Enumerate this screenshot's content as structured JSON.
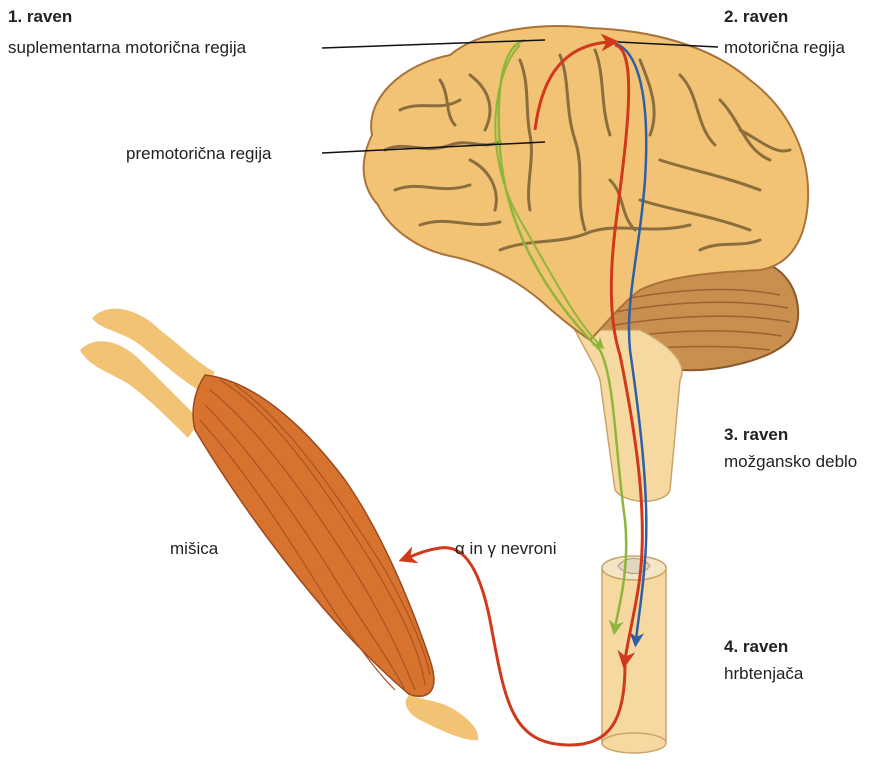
{
  "levels": [
    {
      "num": "1. raven",
      "name": "suplementarna motorična regija"
    },
    {
      "num": "2. raven",
      "name": "motorična regija"
    },
    {
      "num": "3. raven",
      "name": "možgansko deblo"
    },
    {
      "num": "4. raven",
      "name": "hrbtenjača"
    }
  ],
  "labels": {
    "premotor": "premotorična regija",
    "muscle": "mišica",
    "neurons": "α in γ nevroni"
  },
  "colors": {
    "brain": "#f2c374",
    "brain_outline": "#a9743a",
    "sulci": "#8a6e3e",
    "cerebellum": "#c98f4f",
    "spine": "#f6d9a1",
    "muscle": "#d8732f",
    "tendon": "#f2c374",
    "path_red": "#d0391b",
    "path_green": "#8fb63a",
    "path_blue": "#2f5fa8"
  }
}
